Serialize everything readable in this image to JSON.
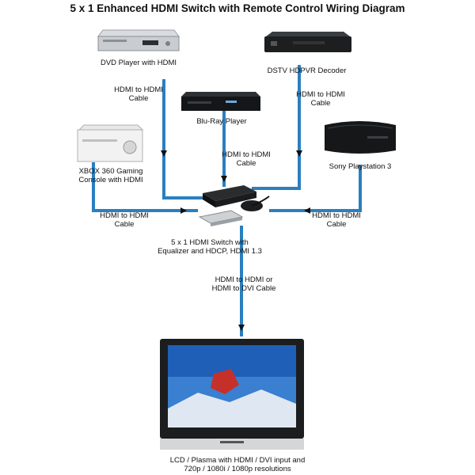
{
  "title": "5 x 1 Enhanced HDMI Switch with Remote Control Wiring Diagram",
  "devices": {
    "dvd": "DVD Player with HDMI",
    "dstv": "DSTV HDPVR Decoder",
    "bluray": "Blu-Ray Player",
    "xbox": [
      "XBOX 360 Gaming",
      "Console with HDMI"
    ],
    "ps3": "Sony Playstation 3",
    "switch": [
      "5 x 1 HDMI Switch with",
      "Equalizer and HDCP, HDMI 1.3"
    ],
    "tv": [
      "LCD / Plasma with HDMI / DVI input and",
      "720p / 1080i / 1080p resolutions"
    ]
  },
  "cables": {
    "dvd": [
      "HDMI to HDMI",
      "Cable"
    ],
    "dstv": [
      "HDMI to HDMI",
      "Cable"
    ],
    "bluray": [
      "HDMI to HDMI",
      "Cable"
    ],
    "xbox": [
      "HDMI to HDMI",
      "Cable"
    ],
    "ps3": [
      "HDMI to HDMI",
      "Cable"
    ],
    "tv": [
      "HDMI to HDMI or",
      "HDMI to DVI Cable"
    ]
  },
  "colors": {
    "cable": "#2a7fbf",
    "arrow": "#1a1a1a"
  }
}
